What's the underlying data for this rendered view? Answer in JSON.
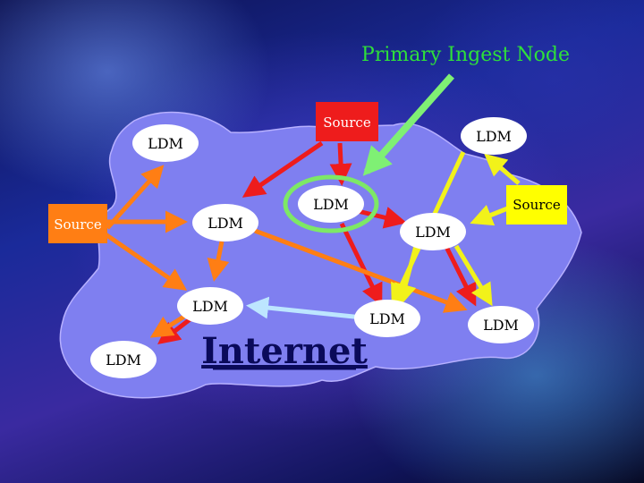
{
  "title": "Primary Ingest Node",
  "network_label": "Internet",
  "nodes": {
    "ldm_a": "LDM",
    "ldm_b": "LDM",
    "ldm_c": "LDM",
    "ldm_primary": "LDM",
    "ldm_e": "LDM",
    "ldm_f": "LDM",
    "ldm_g": "LDM",
    "ldm_h": "LDM",
    "ldm_i": "LDM"
  },
  "sources": {
    "red": "Source",
    "orange": "Source",
    "yellow": "Source"
  },
  "colors": {
    "title": "#2ee03a",
    "cloud": "#7f7ff0",
    "red_source": "#ee1c1c",
    "orange_source": "#ff7e14",
    "yellow_source": "#ffff00",
    "highlight_ring": "#7de866",
    "pointer_arrow": "#7ff074",
    "light_blue_arrow": "#bde6ff"
  }
}
